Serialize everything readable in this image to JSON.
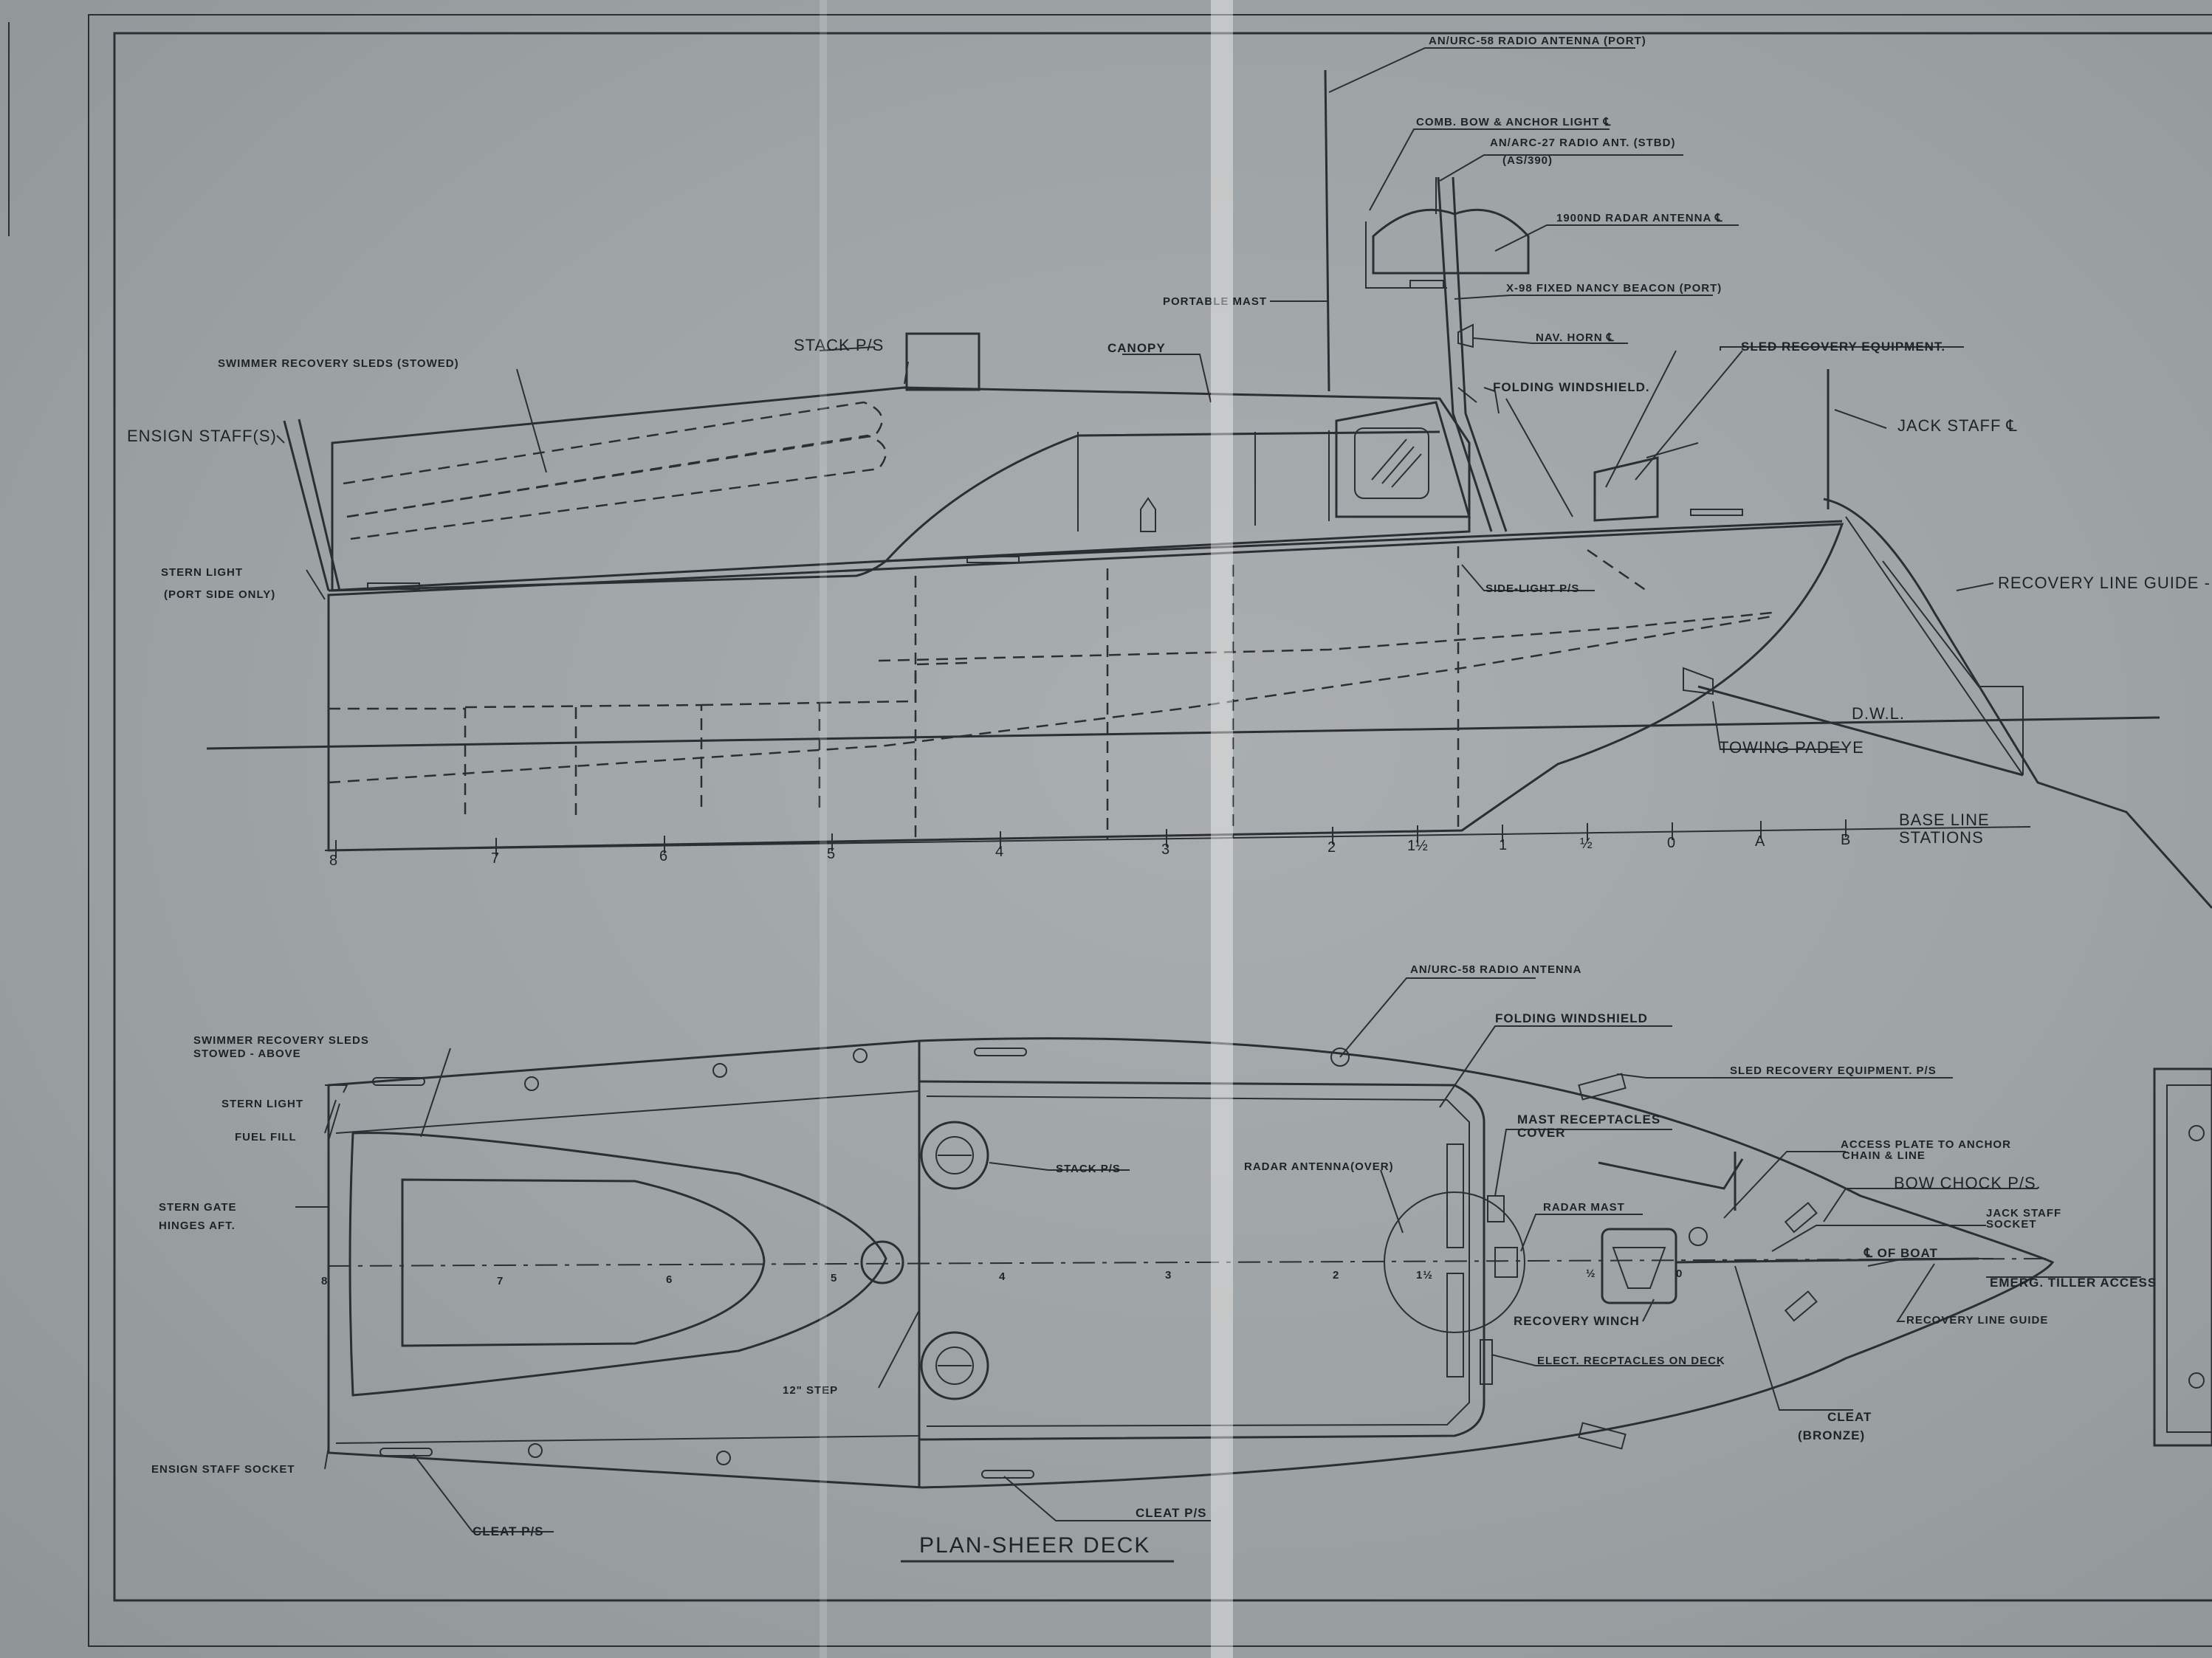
{
  "profile": {
    "labels": {
      "radio_antenna_port": "AN/URC-58 RADIO ANTENNA (PORT)",
      "bow_anchor_light": "COMB. BOW & ANCHOR LIGHT ℄",
      "radio_ant_stbd": "AN/ARC-27 RADIO ANT. (STBD)",
      "radio_ant_stbd_sub": "(AS/390)",
      "radar_antenna": "1900ND RADAR ANTENNA ℄",
      "nancy_beacon": "X-98 FIXED NANCY BEACON (PORT)",
      "portable_mast": "PORTABLE MAST",
      "nav_horn": "NAV. HORN ℄",
      "sled_recovery_equipment": "SLED RECOVERY EQUIPMENT.",
      "stack": "STACK P/S",
      "canopy": "CANOPY",
      "folding_windshield": "FOLDING WINDSHIELD.",
      "swimmer_sleds": "SWIMMER RECOVERY SLEDS (STOWED)",
      "jack_staff": "JACK STAFF ℄",
      "ensign_staffs": "ENSIGN STAFF(S)",
      "stern_light": "STERN LIGHT",
      "stern_light_sub": "(PORT SIDE ONLY)",
      "side_light": "SIDE-LIGHT P/S",
      "recovery_line_guide": "RECOVERY LINE GUIDE - IN",
      "dwl": "D.W.L.",
      "towing_padeye": "TOWING PADEYE",
      "base_line": "BASE LINE",
      "stations": "STATIONS"
    },
    "stations": [
      "8",
      "7",
      "6",
      "5",
      "4",
      "3",
      "2",
      "1½",
      "1",
      "½",
      "0",
      "A",
      "B"
    ]
  },
  "plan": {
    "labels": {
      "radio_antenna": "AN/URC-58 RADIO ANTENNA",
      "folding_windshield": "FOLDING WINDSHIELD",
      "swimmer_sleds": "SWIMMER RECOVERY SLEDS",
      "swimmer_sleds_sub": "STOWED - ABOVE",
      "sled_recovery_equipment": "SLED RECOVERY EQUIPMENT. P/S",
      "stern_light": "STERN LIGHT",
      "fuel_fill": "FUEL FILL",
      "mast_receptacles": "MAST RECEPTACLES",
      "mast_receptacles_sub": "COVER",
      "access_plate": "ACCESS PLATE TO ANCHOR",
      "access_plate_sub": "CHAIN & LINE",
      "stern_gate": "STERN GATE",
      "stern_gate_sub": "HINGES AFT.",
      "stack": "STACK P/S",
      "radar_antenna_over": "RADAR ANTENNA(OVER)",
      "bow_chock": "BOW CHOCK P/S.",
      "radar_mast": "RADAR MAST",
      "jack_staff_socket": "JACK STAFF",
      "jack_staff_socket_sub": "SOCKET",
      "cl_of_boat": "℄ OF BOAT",
      "emerg_tiller": "EMERG. TILLER ACCESS",
      "recovery_winch": "RECOVERY WINCH",
      "recovery_line_guide": "RECOVERY LINE GUIDE",
      "elect_receptacles": "ELECT. RECPTACLES ON DECK",
      "twelve_step": "12\" STEP",
      "cleat_bronze": "CLEAT",
      "cleat_bronze_sub": "(BRONZE)",
      "ensign_staff_socket": "ENSIGN STAFF SOCKET",
      "cleat_ps_left": "CLEAT P/S",
      "cleat_ps_right": "CLEAT P/S"
    },
    "stations": [
      "8",
      "7",
      "6",
      "5",
      "4",
      "3",
      "2",
      "1½",
      "½",
      "0"
    ],
    "title": "PLAN-SHEER DECK"
  },
  "colors": {
    "paper": "#a4a9ab",
    "ink": "#2b2f33"
  }
}
